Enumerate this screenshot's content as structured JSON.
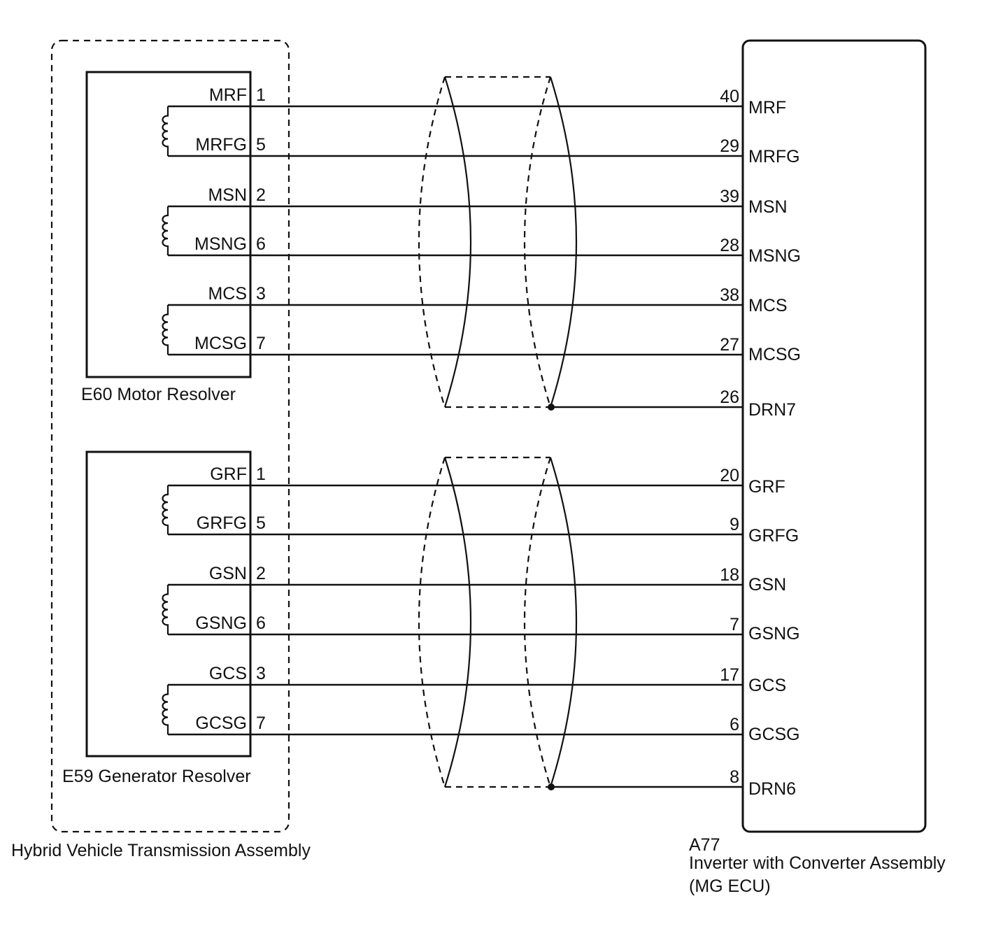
{
  "assembly_left": {
    "caption": "Hybrid Vehicle Transmission Assembly",
    "components": [
      {
        "caption": "E60 Motor Resolver",
        "pins": [
          {
            "name": "MRF",
            "pin": "1",
            "ecu_pin": "40",
            "ecu_name": "MRF"
          },
          {
            "name": "MRFG",
            "pin": "5",
            "ecu_pin": "29",
            "ecu_name": "MRFG"
          },
          {
            "name": "MSN",
            "pin": "2",
            "ecu_pin": "39",
            "ecu_name": "MSN"
          },
          {
            "name": "MSNG",
            "pin": "6",
            "ecu_pin": "28",
            "ecu_name": "MSNG"
          },
          {
            "name": "MCS",
            "pin": "3",
            "ecu_pin": "38",
            "ecu_name": "MCS"
          },
          {
            "name": "MCSG",
            "pin": "7",
            "ecu_pin": "27",
            "ecu_name": "MCSG"
          }
        ],
        "drain": {
          "ecu_pin": "26",
          "ecu_name": "DRN7"
        }
      },
      {
        "caption": "E59 Generator Resolver",
        "pins": [
          {
            "name": "GRF",
            "pin": "1",
            "ecu_pin": "20",
            "ecu_name": "GRF"
          },
          {
            "name": "GRFG",
            "pin": "5",
            "ecu_pin": "9",
            "ecu_name": "GRFG"
          },
          {
            "name": "GSN",
            "pin": "2",
            "ecu_pin": "18",
            "ecu_name": "GSN"
          },
          {
            "name": "GSNG",
            "pin": "6",
            "ecu_pin": "7",
            "ecu_name": "GSNG"
          },
          {
            "name": "GCS",
            "pin": "3",
            "ecu_pin": "17",
            "ecu_name": "GCS"
          },
          {
            "name": "GCSG",
            "pin": "7",
            "ecu_pin": "6",
            "ecu_name": "GCSG"
          }
        ],
        "drain": {
          "ecu_pin": "8",
          "ecu_name": "DRN6"
        }
      }
    ]
  },
  "ecu": {
    "code": "A77",
    "name": "Inverter with Converter Assembly",
    "sub": "(MG ECU)"
  }
}
